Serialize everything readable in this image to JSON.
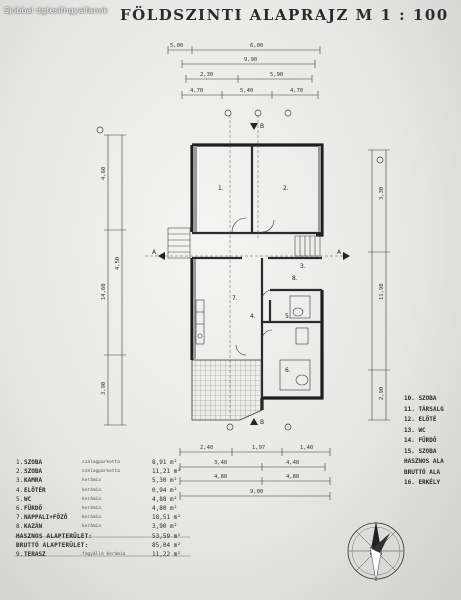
{
  "watermark": "Sjobbal dgtesifngyalfanok",
  "title": "FÖLDSZINTI ALAPRAJZ  M 1 : 100",
  "top_dimensions": {
    "row1_total": "5,00",
    "row1_center": "6,00",
    "row2": "9,90",
    "row3a": "2,30",
    "row3b": "5,90",
    "row4a": "4,70",
    "row4b": "5,40",
    "row4c": "4,70"
  },
  "left_dimensions": [
    "4,60",
    "14,60",
    "4,50",
    "3,90"
  ],
  "right_dimensions": [
    "3,30",
    "11,90",
    "2,90"
  ],
  "section_marks": {
    "top": "B",
    "bottom": "B",
    "left": "A",
    "right": "A"
  },
  "bottom_dimensions": {
    "row1": [
      "2,40",
      "1,97",
      "1,40"
    ],
    "row2": [
      "3,40",
      "4,40"
    ],
    "row3": [
      "4,80",
      "4,80"
    ],
    "row4": "9,00"
  },
  "room_labels": [
    "1.",
    "2.",
    "3.",
    "4.",
    "5.",
    "6.",
    "7.",
    "8."
  ],
  "legend": [
    {
      "num": "1.",
      "name": "SZOBA",
      "floor": "szalagparketta",
      "area": "8,91 m²"
    },
    {
      "num": "2.",
      "name": "SZOBA",
      "floor": "szalagparketta",
      "area": "11,21 m²"
    },
    {
      "num": "3.",
      "name": "KAMRA",
      "floor": "kerámia",
      "area": "5,30 m²"
    },
    {
      "num": "4.",
      "name": "ELŐTÉR",
      "floor": "kerámia",
      "area": "0,94 m²"
    },
    {
      "num": "5.",
      "name": "WC",
      "floor": "kerámia",
      "area": "4,88 m²"
    },
    {
      "num": "6.",
      "name": "FÜRDŐ",
      "floor": "kerámia",
      "area": "4,80 m²"
    },
    {
      "num": "7.",
      "name": "NAPPALI+FŐZŐ",
      "floor": "kerámia",
      "area": "18,51 m²"
    },
    {
      "num": "8.",
      "name": "KAZÁN",
      "floor": "kerámia",
      "area": "3,90 m²"
    }
  ],
  "totals": [
    {
      "name": "HASZNOS ALAPTERÜLET:",
      "area": "53,59 m²"
    },
    {
      "name": "BRUTTÓ ALAPTERÜLET:",
      "area": "85,04 m²"
    }
  ],
  "terrace": {
    "num": "9.",
    "name": "TERASZ",
    "floor": "fagyálló kerámia",
    "area": "11,22 m²"
  },
  "right_list": [
    "10. SZOBA",
    "11. TÁRSALG",
    "12. ELŐTÉ",
    "13. WC",
    "14. FÜRDŐ",
    "15. SZOBA",
    "HASZNOS ALA",
    "BRUTTÓ ALA",
    "16. ERKÉLY"
  ]
}
